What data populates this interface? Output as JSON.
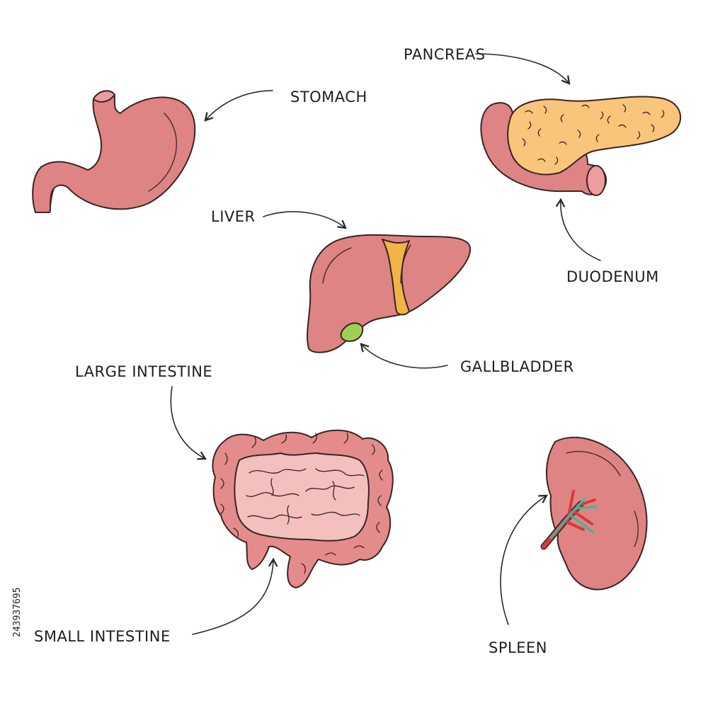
{
  "labels": {
    "stomach": "STOMACH",
    "pancreas": "PANCREAS",
    "duodenum": "DUODENUM",
    "liver": "LIVER",
    "gallbladder": "GALLBLADDER",
    "large_intestine": "LARGE INTESTINE",
    "small_intestine": "SMALL INTESTINE",
    "spleen": "SPLEEN"
  },
  "stock_id": "243937695",
  "colors": {
    "organ_pink": "#de8484",
    "intestine_pink": "#e48c8c",
    "intestine_inner": "#f3c0bd",
    "pancreas_yellow": "#f8c57a",
    "bile_yellow": "#f0b447",
    "gallbladder_green": "#9fcf53",
    "vessel_red": "#d93a3a",
    "vessel_teal": "#3bb8a2"
  }
}
